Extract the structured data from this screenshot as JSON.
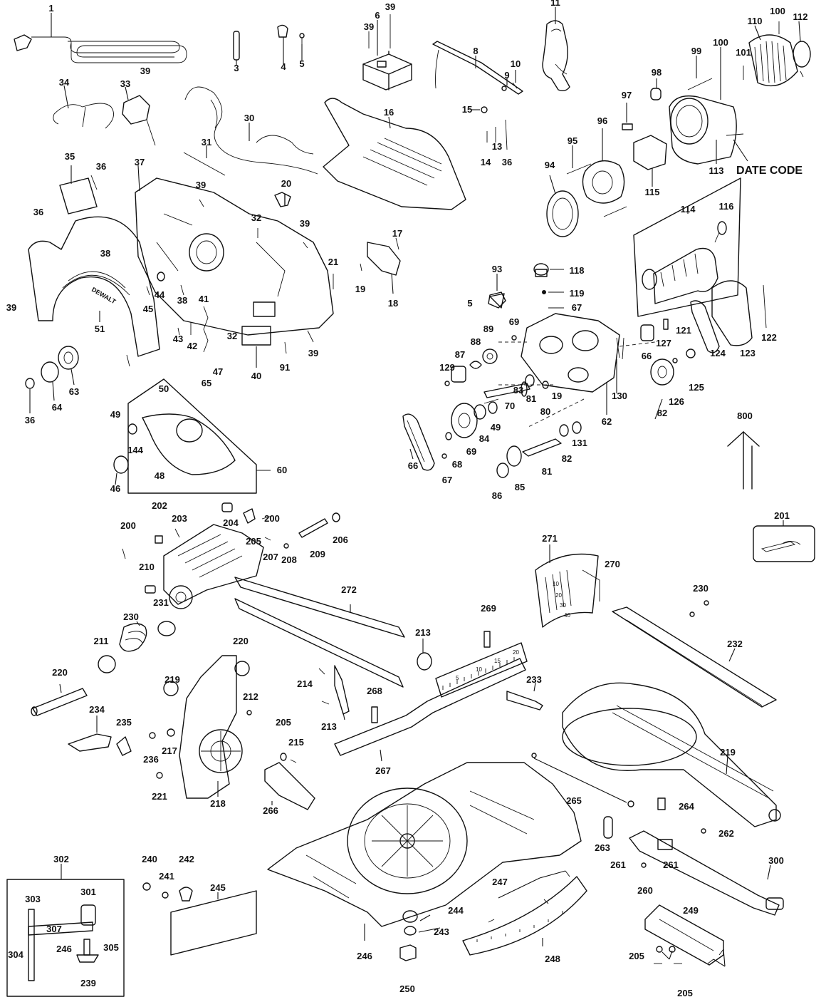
{
  "labels": {
    "date_code": "DATE CODE",
    "logo": "DEWALT",
    "callouts": [
      "1",
      "3",
      "4",
      "5",
      "6",
      "39",
      "39",
      "8",
      "9",
      "10",
      "11",
      "100",
      "110",
      "112",
      "99",
      "100",
      "101",
      "98",
      "97",
      "34",
      "33",
      "39",
      "30",
      "31",
      "16",
      "15",
      "14",
      "13",
      "36",
      "95",
      "96",
      "94",
      "113",
      "115",
      "114",
      "116",
      "35",
      "36",
      "36",
      "37",
      "39",
      "20",
      "32",
      "39",
      "38",
      "38",
      "39",
      "44",
      "45",
      "41",
      "21",
      "19",
      "17",
      "18",
      "93",
      "5",
      "118",
      "119",
      "67",
      "51",
      "42",
      "43",
      "32",
      "39",
      "40",
      "91",
      "69",
      "89",
      "88",
      "87",
      "129",
      "66",
      "127",
      "121",
      "122",
      "123",
      "124",
      "125",
      "126",
      "82",
      "81",
      "83",
      "80",
      "70",
      "49",
      "19",
      "130",
      "62",
      "63",
      "64",
      "36",
      "49",
      "50",
      "144",
      "48",
      "60",
      "46",
      "47",
      "65",
      "66",
      "67",
      "68",
      "69",
      "84",
      "86",
      "85",
      "81",
      "82",
      "131",
      "800",
      "201",
      "202",
      "203",
      "204",
      "205",
      "200",
      "200",
      "207",
      "208",
      "209",
      "206",
      "210",
      "272",
      "271",
      "270",
      "230",
      "231",
      "230",
      "211",
      "213",
      "269",
      "232",
      "220",
      "220",
      "219",
      "212",
      "214",
      "213",
      "268",
      "233",
      "234",
      "235",
      "236",
      "217",
      "205",
      "215",
      "267",
      "219",
      "221",
      "218",
      "266",
      "265",
      "264",
      "263",
      "261",
      "262",
      "261",
      "260",
      "300",
      "302",
      "303",
      "301",
      "307",
      "304",
      "246",
      "305",
      "239",
      "240",
      "241",
      "242",
      "245",
      "244",
      "243",
      "246",
      "247",
      "248",
      "250",
      "249",
      "205",
      "205"
    ],
    "scale_10": "10",
    "scale_20": "20",
    "scale_30": "30",
    "scale_40": "40",
    "ruler_5": "5",
    "ruler_10": "10",
    "ruler_15": "15",
    "ruler_20": "20"
  }
}
